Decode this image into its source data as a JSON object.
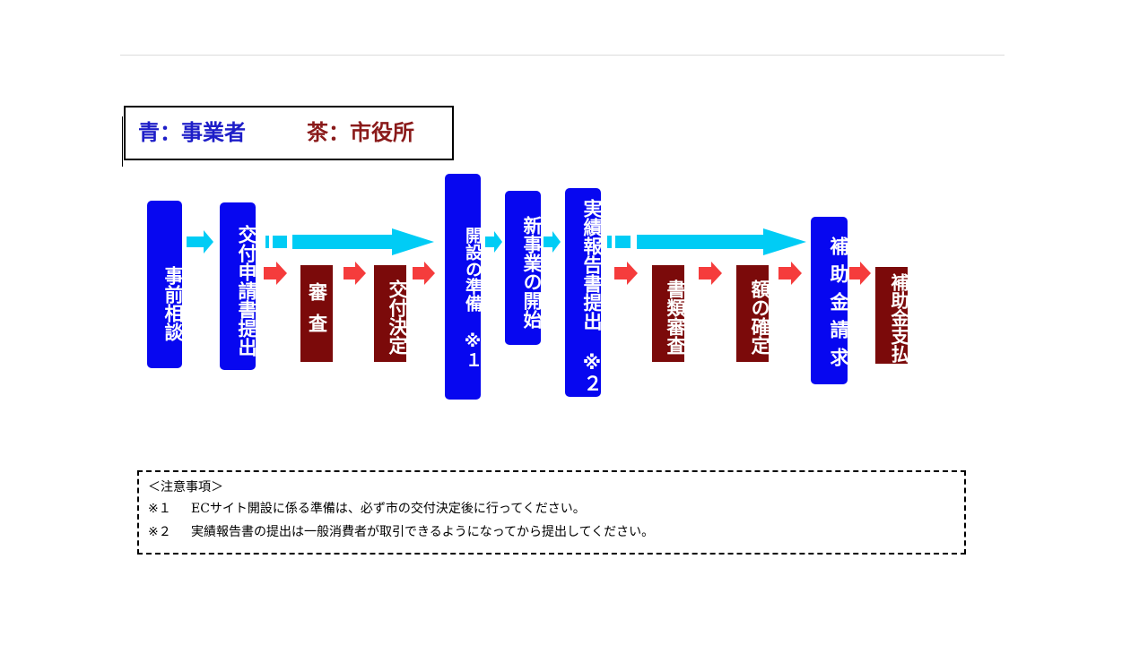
{
  "legend": {
    "business": "青：事業者",
    "city": "茶：市役所"
  },
  "colors": {
    "business_box": "#0707f0",
    "city_box": "#7b0a0a",
    "business_arrow": "#00ccf5",
    "city_arrow": "#f53c3c"
  },
  "flow": {
    "consult": "事前相談",
    "apply": "交付申請書提出",
    "review": "審査",
    "decision": "交付決定",
    "prepare": "開設の準備 ※１",
    "start": "新事業の開始",
    "report": "実績報告書提出 ※２",
    "doc_review": "書類審査",
    "confirm": "額の確定",
    "claim": "補助金請求",
    "payment": "補助金支払"
  },
  "notes": {
    "heading": "＜注意事項＞",
    "note1_label": "※１",
    "note1": "ECサイト開設に係る準備は、必ず市の交付決定後に行ってください。",
    "note2_label": "※２",
    "note2": "実績報告書の提出は一般消費者が取引できるようになってから提出してください。"
  }
}
